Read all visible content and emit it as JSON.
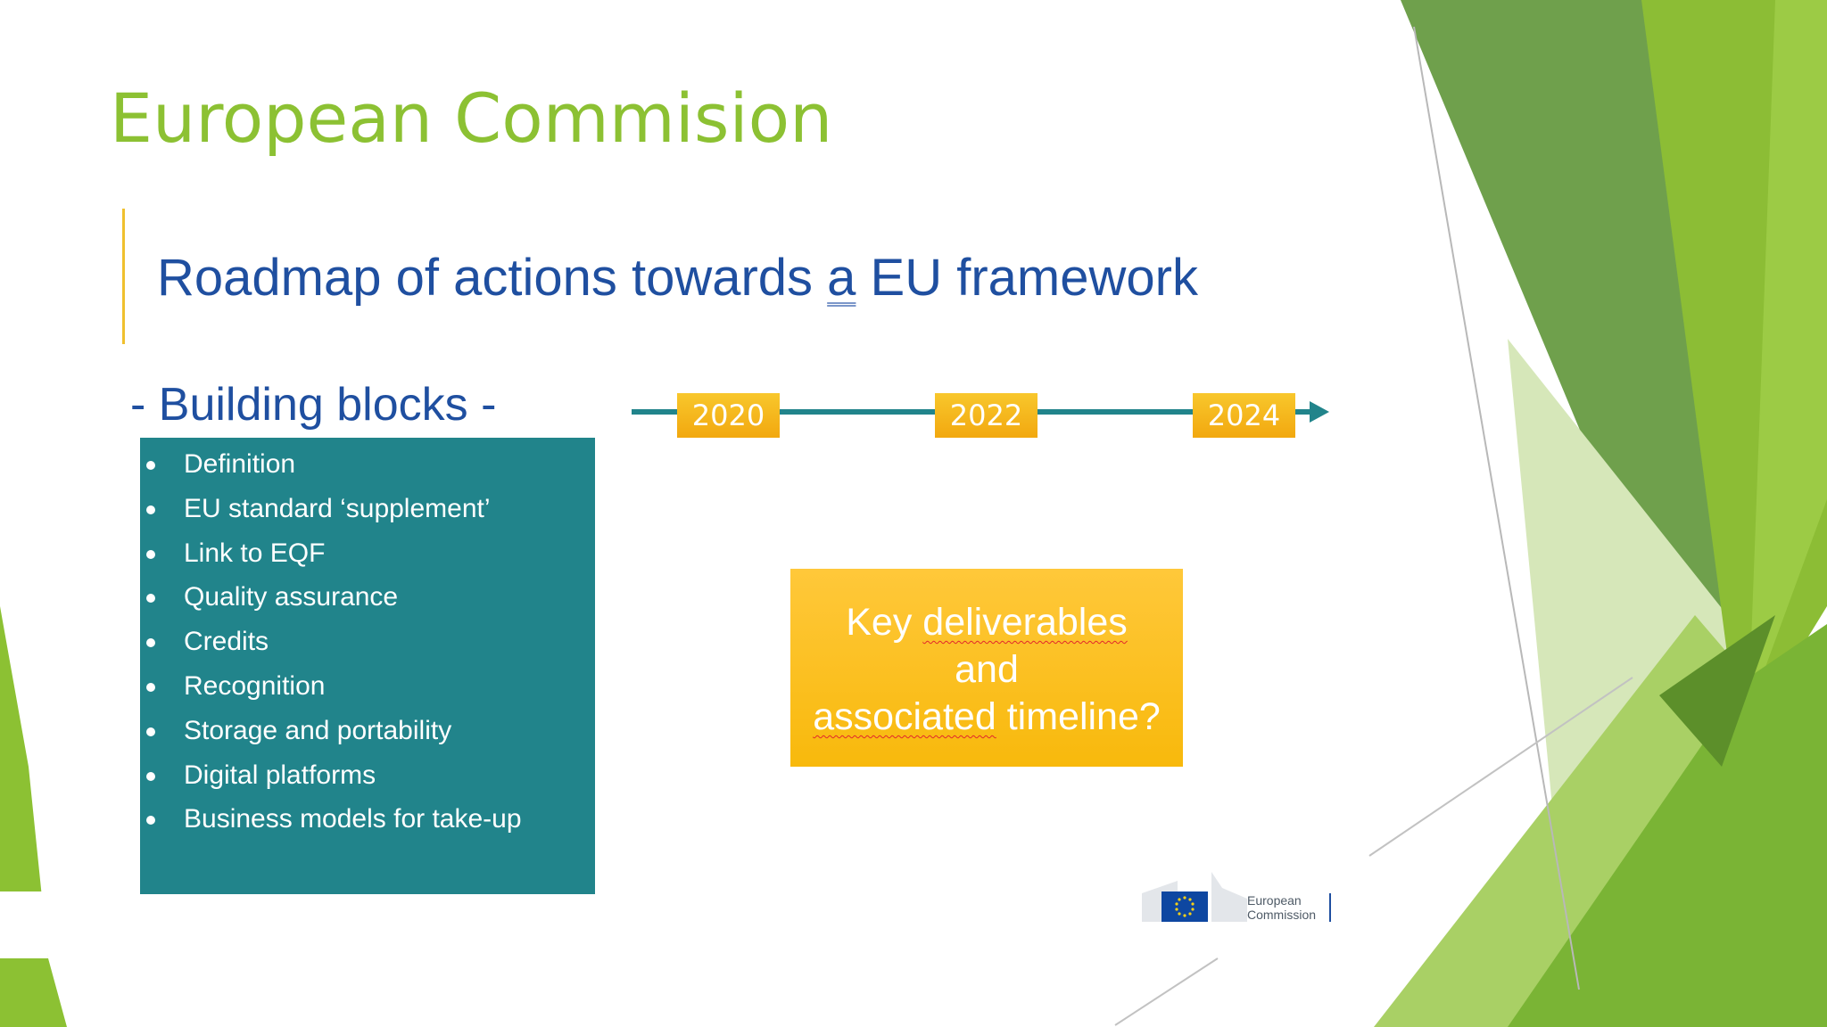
{
  "slide": {
    "title": "European Commision",
    "subtitle_before": "Roadmap of actions towards ",
    "subtitle_underlined": "a",
    "subtitle_after": " EU framework",
    "blocks_heading": "- Building blocks -",
    "building_blocks": [
      "Definition",
      "EU standard ‘supplement’",
      "Link to EQF",
      "Quality assurance",
      "Credits",
      "Recognition",
      "Storage and portability",
      "Digital platforms",
      "Business models for take-up"
    ],
    "timeline_years": [
      "2020",
      "2022",
      "2024"
    ],
    "key_box": {
      "word1": "Key ",
      "word2": "deliverables",
      "line2": "and",
      "word3": "associated",
      "word4": " timeline?"
    },
    "logo": {
      "line1": "European",
      "line2": "Commission"
    }
  },
  "colors": {
    "title_green": "#8cc133",
    "subtitle_blue": "#1f4fa0",
    "teal": "#21848b",
    "year_gold": "#f2a80f",
    "key_box_gold": "#ffc83a",
    "accent_bar": "#f0c02e"
  }
}
